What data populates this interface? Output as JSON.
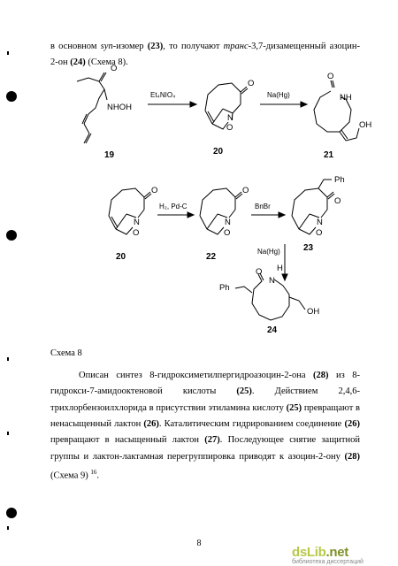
{
  "intro": {
    "line1": {
      "p1": "в основном ",
      "syn": "syn",
      "p2": "-изомер ",
      "b23": "(23)",
      "p3": ", то получают ",
      "trans": "транс",
      "p4": "-3,7-дизамещенный азоцин-"
    },
    "line2": {
      "p1": "2-он ",
      "b24": "(24)",
      "p2": " (Схема 8)."
    }
  },
  "scheme": {
    "row1": {
      "reagent_1": "Et₄NIO₄",
      "reagent_2": "Na(Hg)",
      "c19": {
        "label": "19",
        "atom_o": "O",
        "atom_nhoh": "NHOH"
      },
      "c20": {
        "label": "20",
        "atom_o": "O",
        "atom_n": "N",
        "atom_ring_o": "O"
      },
      "c21": {
        "label": "21",
        "atom_o": "O",
        "atom_nh": "NH",
        "atom_oh": "OH"
      }
    },
    "row2": {
      "reagent_1": "H₂, Pd-C",
      "reagent_2": "BnBr",
      "reagent_3": "Na(Hg)",
      "c20": {
        "label": "20",
        "atom_o": "O",
        "atom_n": "N",
        "atom_ring_o": "O"
      },
      "c22": {
        "label": "22",
        "atom_o": "O",
        "atom_n": "N",
        "atom_ring_o": "O"
      },
      "c23": {
        "label": "23",
        "atom_o": "O",
        "atom_n": "N",
        "atom_ring_o": "O",
        "atom_ph": "Ph"
      },
      "c24": {
        "label": "24",
        "atom_o": "O",
        "atom_nh": "H",
        "atom_n": "N",
        "atom_oh": "OH",
        "atom_ph": "Ph"
      }
    },
    "caption": "Схема 8"
  },
  "para": {
    "l1": {
      "p1": "Описан синтез 8-гидроксиметилпергидроазоцин-2-она ",
      "b": "(28)",
      "p2": " из 8-"
    },
    "l2": {
      "p1": "гидрокси-7-амидооктеновой кислоты ",
      "b": "(25)",
      "p2": ". Действием 2,4,6-"
    },
    "l3": {
      "p1": "трихлорбензоилхлорида в присутствии этиламина кислоту ",
      "b": "(25)",
      "p2": " превращают в"
    },
    "l4": {
      "p1": "ненасыщенный лактон ",
      "b": "(26)",
      "p2": ". Каталитическим гидрированием соединение ",
      "b2": "(26)"
    },
    "l5": {
      "p1": "превращают в насыщенный лактон ",
      "b": "(27)",
      "p2": ". Последующее снятие защитной"
    },
    "l6": {
      "p1": "группы и лактон-лактамная перегруппировка приводят к азоцин-2-ону ",
      "b": "(28)"
    },
    "l7": {
      "p1": "(Схема 9) ",
      "ref": "16",
      "p2": "."
    }
  },
  "page_number": "8",
  "watermark": {
    "logo": "dsLib",
    "logo_net": ".net",
    "sub": "библиотека диссертаций"
  }
}
